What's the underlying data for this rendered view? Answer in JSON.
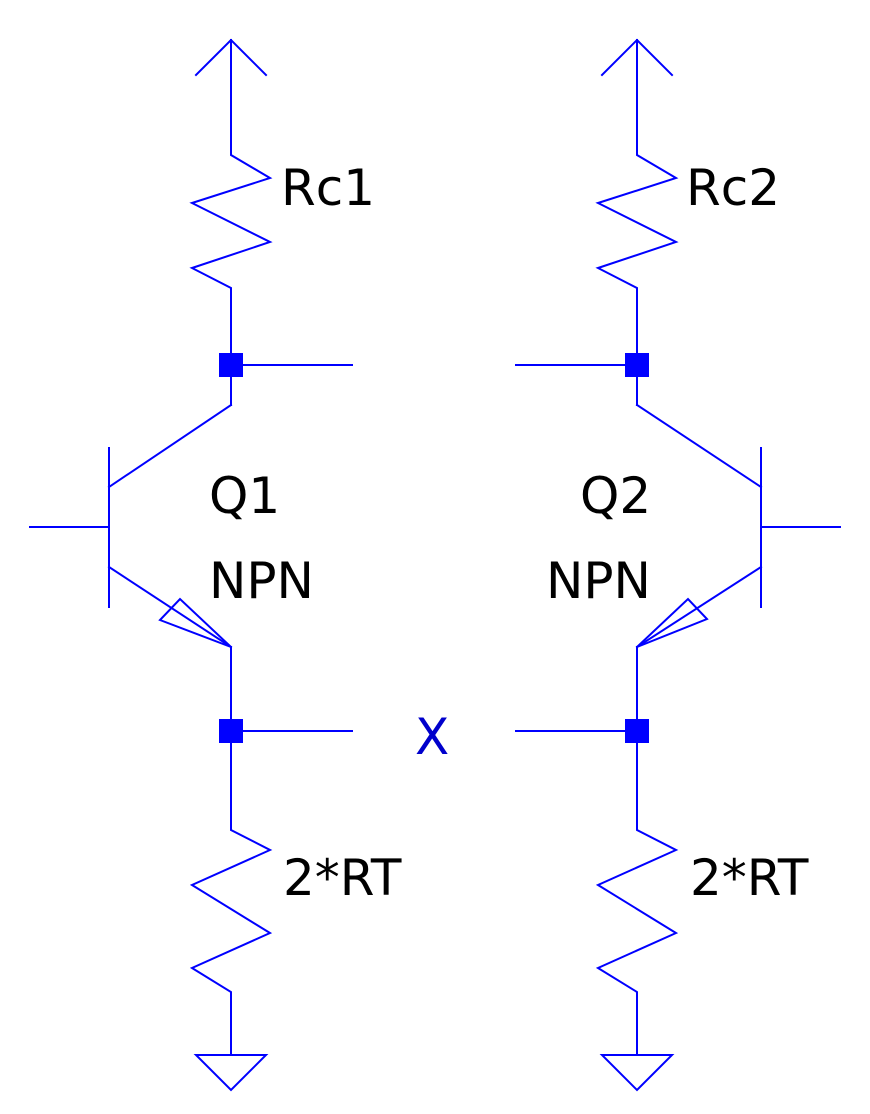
{
  "colors": {
    "wire": "#0000ff",
    "label": "#000000",
    "node_label": "#0000cc",
    "background": "#ffffff"
  },
  "labels": {
    "rc1": "Rc1",
    "rc2": "Rc2",
    "q1_name": "Q1",
    "q1_type": "NPN",
    "q2_name": "Q2",
    "q2_type": "NPN",
    "rt_left": "2*RT",
    "rt_right": "2*RT",
    "node_x": "X"
  }
}
